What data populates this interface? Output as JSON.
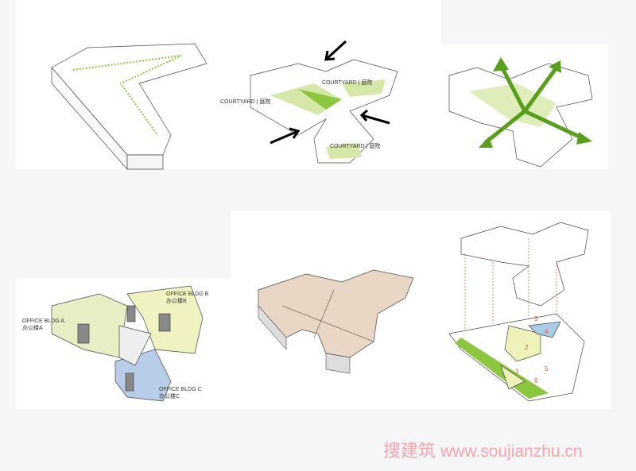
{
  "diagrams": {
    "courtyards": {
      "labels": [
        "COURTYARD | 庭院",
        "COURTYARD | 庭院",
        "COURTYARD | 庭院"
      ]
    },
    "offices": {
      "bldg_a": [
        "OFFICE BLDG A",
        "办公楼A"
      ],
      "bldg_b": [
        "OFFICE BLDG B",
        "办公楼B"
      ],
      "bldg_c": [
        "OFFICE BLDG C",
        "办公楼C"
      ]
    },
    "site_plan": {
      "zone_numbers": [
        "1",
        "2",
        "3",
        "4",
        "5",
        "6"
      ]
    }
  },
  "colors": {
    "green": "#8cc63f",
    "light_green": "#d6e8a8",
    "yellow": "#eef2b8",
    "blue": "#b7cde8",
    "facade": "#e9d6c4"
  },
  "watermark": {
    "cn": "搜建筑",
    "url": "www.soujianzhu.cn"
  }
}
